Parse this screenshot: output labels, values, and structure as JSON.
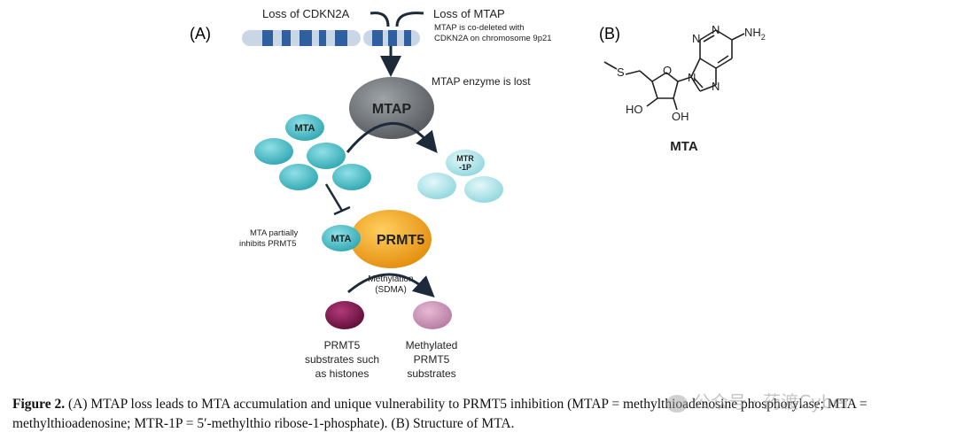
{
  "panel_a": {
    "label": "(A)",
    "loss_cdkn2a": "Loss of CDKN2A",
    "loss_mtap": "Loss of MTAP",
    "codeleted_line1": "MTAP is co-deleted with",
    "codeleted_line2": "CDKN2A on chromosome 9p21",
    "enzyme_lost": "MTAP enzyme is lost",
    "mtap_node": "MTAP",
    "mta_bubble": "MTA",
    "mtr1p_line1": "MTR",
    "mtr1p_line2": "-1P",
    "partial_line1": "MTA partially",
    "partial_line2": "inhibits PRMT5",
    "mta_on_prmt5": "MTA",
    "prmt5_node": "PRMT5",
    "methylation_line1": "Methylation",
    "methylation_line2": "(SDMA)",
    "substrates_line1": "PRMT5",
    "substrates_line2": "substrates such",
    "substrates_line3": "as histones",
    "methylated_line1": "Methylated",
    "methylated_line2": "PRMT5",
    "methylated_line3": "substrates"
  },
  "panel_b": {
    "label": "(B)",
    "atom_n1": "N",
    "atom_n2": "N",
    "atom_n3": "N",
    "atom_n4": "N",
    "atom_nh2": "NH",
    "atom_nh2_sub": "2",
    "atom_s": "S",
    "atom_o": "O",
    "atom_ho": "HO",
    "atom_oh": "OH",
    "compound_name": "MTA"
  },
  "caption": {
    "lead": "Figure 2.",
    "text": " (A) MTAP loss leads to MTA accumulation and unique vulnerability to PRMT5 inhibition (MTAP = methylthioadenosine phosphorylase; MTA = methylthioadenosine; MTR-1P = 5′-methylthio ribose-1-phosphate). (B) Structure of MTA."
  },
  "watermark": "公众号 · 药渡Cyber",
  "colors": {
    "chromosome_light": "#c9d6e6",
    "chromosome_band": "#2f5f9e",
    "mtap_grey": "#6b6f73",
    "mta_teal": "#4bbfc9",
    "mtr_light": "#a9e3e8",
    "prmt5_orange": "#f0a21c",
    "substrate_dark": "#7a1348",
    "substrate_light": "#c98ab3",
    "arrow": "#1d2a3a"
  }
}
